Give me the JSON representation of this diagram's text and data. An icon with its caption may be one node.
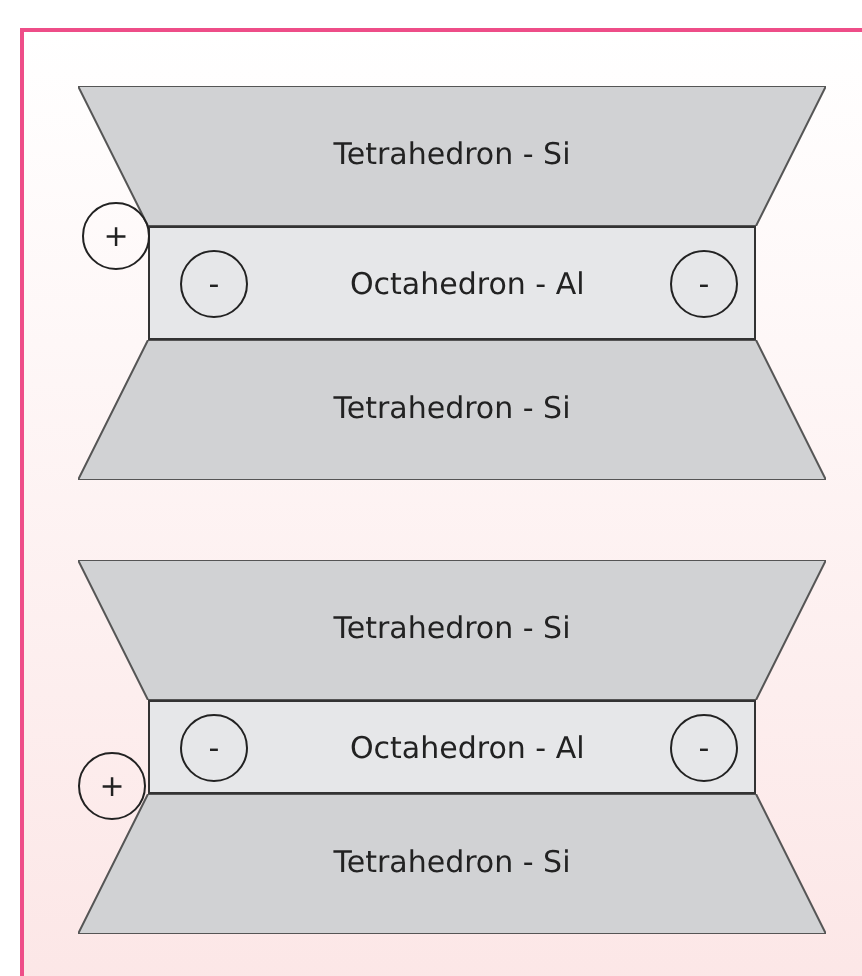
{
  "diagram": {
    "nodes": [
      {
        "text": [
          "Tetrahedron - Si"
        ]
      },
      {
        "text": [
          "+"
        ]
      },
      {
        "text": [
          "Octahedron - Al"
        ]
      },
      {
        "text": [
          "-"
        ],
        "in": 2
      },
      {
        "text": [
          "-"
        ],
        "in": 2
      },
      {
        "text": [
          "Tetrahedron - Si"
        ]
      },
      {
        "text": [
          "Tetrahedron - Si"
        ]
      },
      {
        "text": [
          "Octahedron - Al"
        ]
      },
      {
        "text": [
          "-"
        ],
        "in": 7
      },
      {
        "text": [
          "-"
        ],
        "in": 7
      },
      {
        "text": [
          "+"
        ]
      },
      {
        "text": [
          "Tetrahedron - Si"
        ]
      }
    ]
  }
}
